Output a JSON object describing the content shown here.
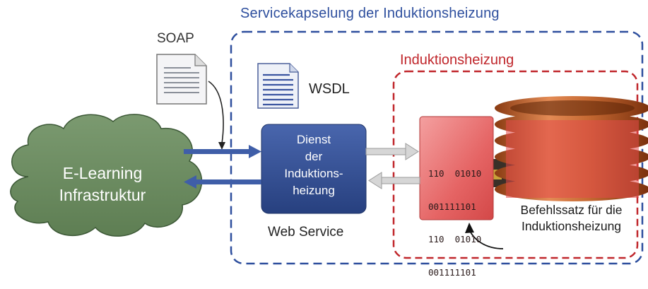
{
  "outer_box": {
    "title": "Servicekapselung der Induktionsheizung"
  },
  "inner_box": {
    "title": "Induktionsheizung"
  },
  "soap": {
    "label": "SOAP"
  },
  "wsdl": {
    "label": "WSDL"
  },
  "cloud": {
    "line1": "E-Learning",
    "line2": "Infrastruktur"
  },
  "service": {
    "line1": "Dienst",
    "line2": "der",
    "line3": "Induktions-",
    "line4": "heizung",
    "caption": "Web Service"
  },
  "command_set": {
    "line1": "110  01010",
    "line2": "001111101",
    "line3": "110  01010",
    "line4": "001111101",
    "caption_line1": "Befehlssatz für die",
    "caption_line2": "Induktionsheizung"
  },
  "colors": {
    "outer_dash": "#2e4f9e",
    "inner_dash": "#c0262b",
    "cloud_fill": "#6e8f62",
    "service_fill": "#2f4a8e",
    "arrow_blue": "#3f5ea8",
    "arrow_gray": "#c9c9c9"
  }
}
